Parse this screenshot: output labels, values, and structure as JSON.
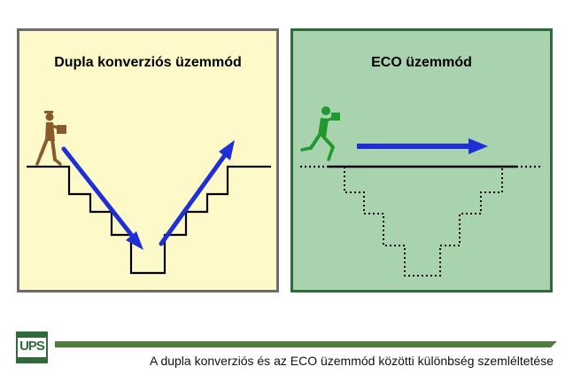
{
  "left_panel": {
    "title": "Dupla konverziós üzemmód"
  },
  "right_panel": {
    "title": "ECO üzemmód"
  },
  "footer": {
    "logo_text": "UPS",
    "caption": "A dupla konverziós és az ECO üzemmód közötti különbség szemléltetése"
  },
  "colors": {
    "left_bg": "#fdf9c9",
    "right_bg": "#a9d3ae",
    "arrow": "#1f2fd6",
    "left_figure": "#8b5a2b",
    "right_figure": "#1e9a2e",
    "footer_bar": "#4f7d3e"
  },
  "icons": [
    "courier-figure-icon",
    "runner-figure-icon",
    "ups-logo-icon"
  ]
}
